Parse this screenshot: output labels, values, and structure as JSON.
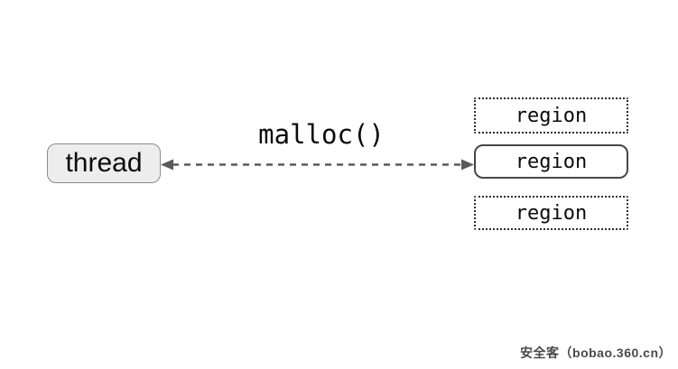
{
  "diagram": {
    "title_hint": "thread-malloc-region memory allocation diagram",
    "thread_node": {
      "label": "thread"
    },
    "edge": {
      "label": "malloc()",
      "style": "dashed",
      "direction": "bidirectional",
      "from": "thread",
      "to": "region (middle)"
    },
    "regions": [
      {
        "label": "region",
        "border_style": "dotted"
      },
      {
        "label": "region",
        "border_style": "solid",
        "connected": true
      },
      {
        "label": "region",
        "border_style": "dotted"
      }
    ],
    "colors": {
      "background": "#ffffff",
      "thread_fill": "#ededed",
      "thread_border": "#8c8c8c",
      "region_solid_border": "#474747",
      "region_dotted_border": "#2f2f2f",
      "edge_stroke": "#5a5a5a",
      "text": "#0b0b0b"
    }
  },
  "watermark": {
    "text": "安全客（bobao.360.cn）"
  }
}
